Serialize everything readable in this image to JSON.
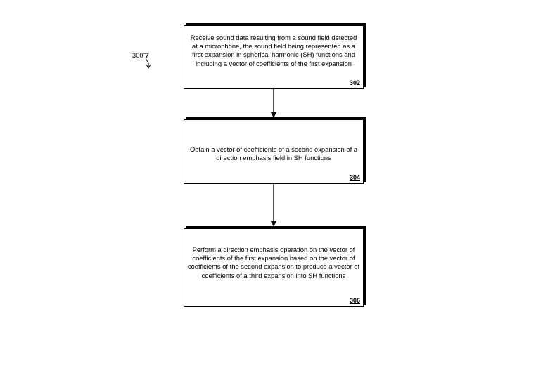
{
  "figure": {
    "ref_number": "300"
  },
  "steps": [
    {
      "text": "Receive sound data resulting from a sound field detected at a microphone, the sound field being represented as a first expansion in spherical harmonic (SH) functions and including a vector of coefficients of the first expansion",
      "number": "302"
    },
    {
      "text": "Obtain a vector of coefficients of a second expansion of a direction emphasis field in SH functions",
      "number": "304"
    },
    {
      "text": "Perform a direction emphasis operation on the vector of coefficients of the first expansion based on the vector of coefficients of the second expansion to produce a vector of coefficients of a third expansion into SH functions",
      "number": "306"
    }
  ]
}
